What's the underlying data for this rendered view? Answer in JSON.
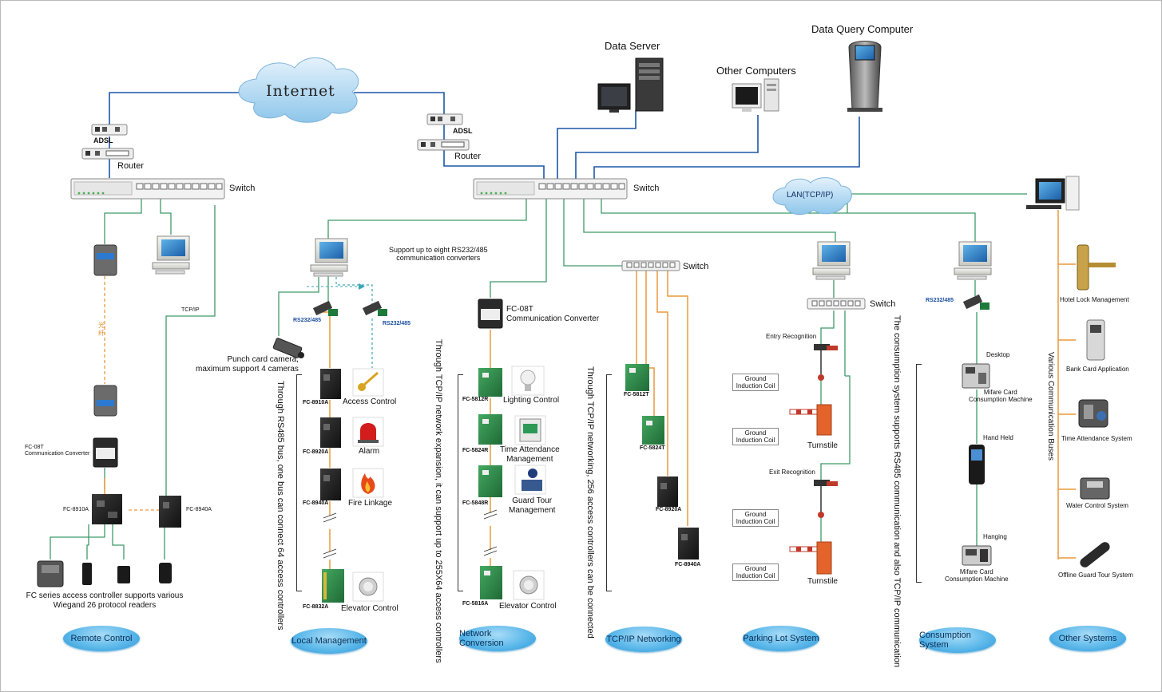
{
  "top": {
    "internet": "Internet",
    "data_server": "Data Server",
    "data_query_computer": "Data Query Computer",
    "other_computers": "Other Computers",
    "adsl_left": "ADSL",
    "router_left": "Router",
    "adsl_mid": "ADSL",
    "router_mid": "Router",
    "switch_left": "Switch",
    "switch_main": "Switch",
    "lan": "LAN(TCP/IP)"
  },
  "remote": {
    "fiber": "光纤",
    "tcpip": "TCP/IP",
    "converter": "FC-08T\nCommunication Converter",
    "fc8910a": "FC-8910A",
    "fc8940a": "FC-8940A",
    "readers_caption": "FC series access controller supports various\nWiegand 26 protocol readers",
    "section": "Remote Control"
  },
  "local": {
    "support_note": "Support up to eight RS232/485\ncommunication converters",
    "rs_left": "RS232/485",
    "rs_right": "RS232/485",
    "camera": "Punch card camera,\nmaximum support 4 cameras",
    "bus_note": "Through RS485 bus, one bus can connect 64 access controllers",
    "fc8910a": "FC-8910A",
    "fc8920a": "FC-8920A",
    "fc8940a": "FC-8940A",
    "fc8832a": "FC-8832A",
    "access": "Access Control",
    "alarm": "Alarm",
    "fire": "Fire Linkage",
    "elevator": "Elevator Control",
    "section": "Local Management"
  },
  "network": {
    "converter": "FC-08T\nCommunication Converter",
    "expansion_note": "Through TCP/IP network expansion, it can support up to 255X64 access controllers",
    "fc5812r": "FC-5812R",
    "fc5824r": "FC-5824R",
    "fc5848r": "FC-5848R",
    "fc5816a": "FC-5816A",
    "lighting": "Lighting Control",
    "attendance": "Time Attendance\nManagement",
    "guard": "Guard Tour\nManagement",
    "elevator": "Elevator Control",
    "section": "Network Conversion"
  },
  "tcpip": {
    "switch": "Switch",
    "note": "Through TCP/IP networking, 256 access controllers can be connected",
    "fc5812t": "FC-5812T",
    "fc5824t": "FC-5824T",
    "fc8920a": "FC-8920A",
    "fc8940a": "FC-8940A",
    "section": "TCP/IP Networking"
  },
  "parking": {
    "switch": "Switch",
    "entry": "Entry Recognition",
    "exit": "Exit Recognition",
    "coil1": "Ground\nInduction Coil",
    "coil2": "Ground\nInduction Coil",
    "coil3": "Ground\nInduction Coil",
    "coil4": "Ground\nInduction Coil",
    "turnstile1": "Turnstile",
    "turnstile2": "Turnstile",
    "section": "Parking Lot System"
  },
  "consumption": {
    "rs": "RS232/485",
    "note": "The consumption system supports RS485 communication and also TCP/IP communication",
    "desktop": "Desktop",
    "mifare1": "Mifare Card\nConsumption Machine",
    "handheld": "Hand Held",
    "hanging": "Hanging",
    "mifare2": "Mifare Card\nConsumption Machine",
    "section": "Consumption System"
  },
  "other": {
    "bus_note": "Various Communication Buses",
    "hotel": "Hotel Lock Management",
    "bank": "Bank Card Application",
    "attendance": "Time Attendance System",
    "water": "Water Control System",
    "guard": "Offline Guard Tour System",
    "section": "Other Systems"
  },
  "colors": {
    "blue_line": "#1c56a8",
    "green_line": "#3e9a6a",
    "orange_line": "#e89a3c",
    "teal_dashed": "#3aa6b6",
    "oval": "#4fb0e6"
  }
}
